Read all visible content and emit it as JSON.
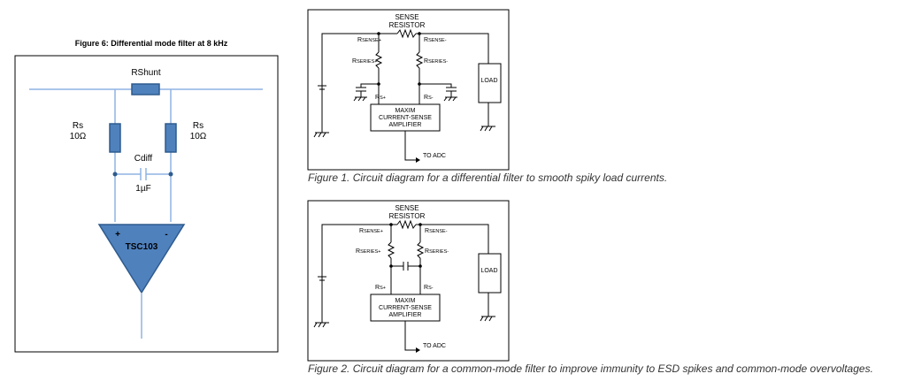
{
  "fig6": {
    "title": "Figure 6: Differential mode filter at 8 kHz",
    "rshunt": "RShunt",
    "rs_left": "Rs",
    "rs_left_val": "10Ω",
    "rs_right": "Rs",
    "rs_right_val": "10Ω",
    "cdiff": "Cdiff",
    "cdiff_val": "1µF",
    "amp": "TSC103",
    "plus": "+",
    "minus": "-"
  },
  "fig1": {
    "sense1": "SENSE",
    "sense2": "RESISTOR",
    "rsense_p": "R",
    "rsense_p_sub": "SENSE+",
    "rsense_m": "R",
    "rsense_m_sub": "SENSE-",
    "rseries_p": "R",
    "rseries_p_sub": "SERIES+",
    "rseries_m": "R",
    "rseries_m_sub": "SERIES-",
    "rs_p": "R",
    "rs_p_sub": "S+",
    "rs_m": "R",
    "rs_m_sub": "S-",
    "load": "LOAD",
    "amp1": "MAXIM",
    "amp2": "CURRENT-SENSE",
    "amp3": "AMPLIFIER",
    "adc": "TO ADC",
    "caption": "Figure 1. Circuit diagram for a differential filter to smooth spiky load currents."
  },
  "fig2": {
    "sense1": "SENSE",
    "sense2": "RESISTOR",
    "rsense_p": "R",
    "rsense_p_sub": "SENSE+",
    "rsense_m": "R",
    "rsense_m_sub": "SENSE-",
    "rseries_p": "R",
    "rseries_p_sub": "SERIES+",
    "rseries_m": "R",
    "rseries_m_sub": "SERIES-",
    "rs_p": "R",
    "rs_p_sub": "S+",
    "rs_m": "R",
    "rs_m_sub": "S-",
    "load": "LOAD",
    "amp1": "MAXIM",
    "amp2": "CURRENT-SENSE",
    "amp3": "AMPLIFIER",
    "adc": "TO ADC",
    "caption": "Figure 2. Circuit diagram for a common-mode filter to improve immunity to ESD spikes and common-mode overvoltages."
  }
}
